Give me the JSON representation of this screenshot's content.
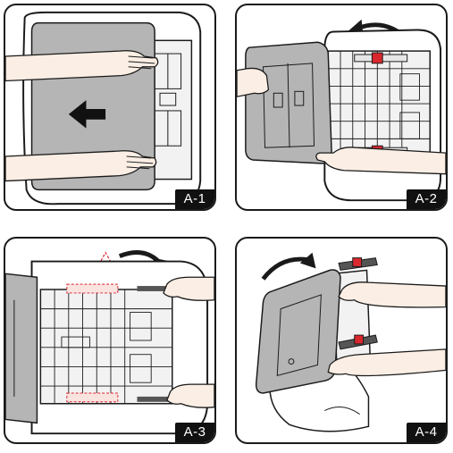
{
  "steps": [
    {
      "label": "A-1"
    },
    {
      "label": "A-2"
    },
    {
      "label": "A-3"
    },
    {
      "label": "A-4"
    }
  ],
  "colors": {
    "outline": "#1a1a1a",
    "cover_gray": "#b5b5b5",
    "frame_gray": "#e6e6e6",
    "latch_red": "#d9272e",
    "label_bg": "#111111",
    "label_text": "#ffffff"
  }
}
